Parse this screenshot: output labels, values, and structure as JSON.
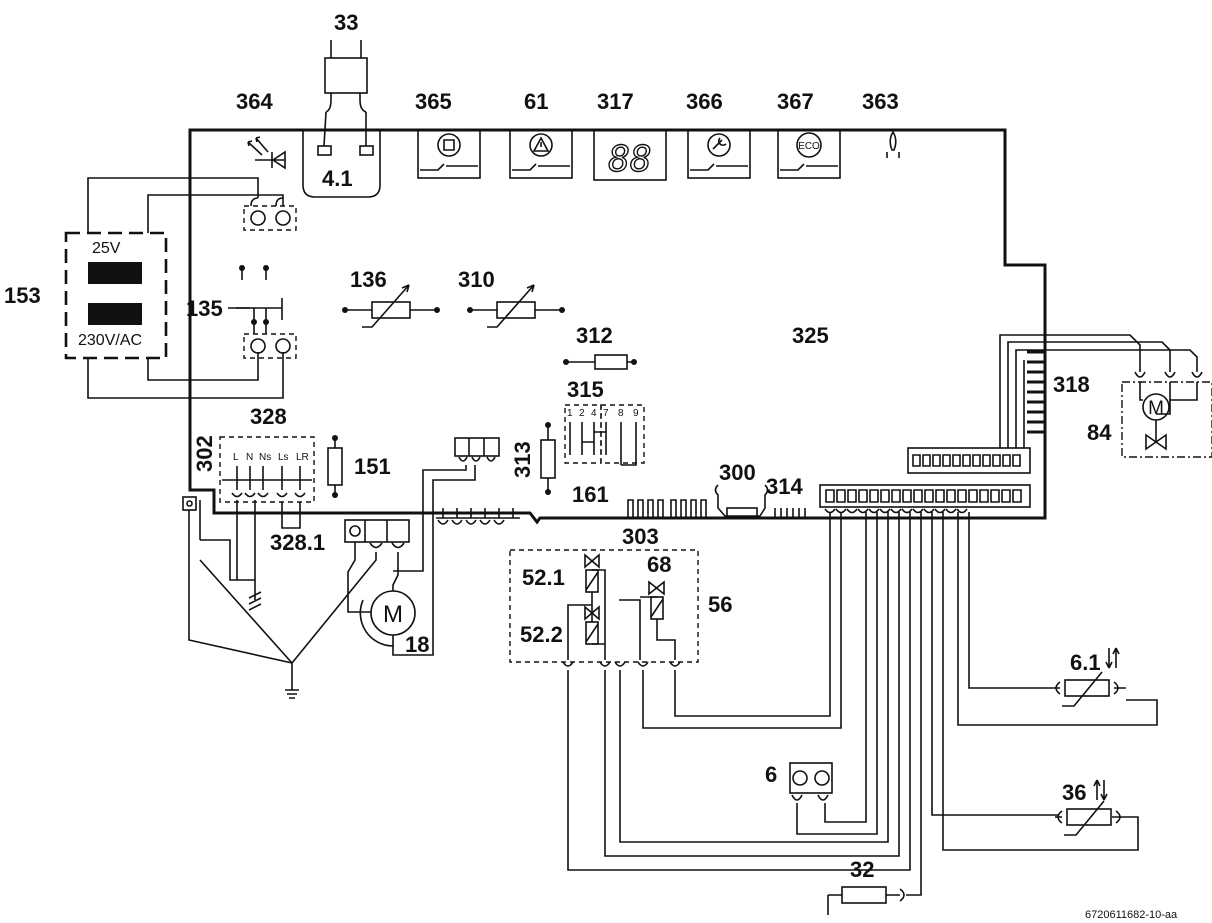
{
  "labels": {
    "l33": "33",
    "l364": "364",
    "l365": "365",
    "l61": "61",
    "l317": "317",
    "l366": "366",
    "l367": "367",
    "l363": "363",
    "l41": "4.1",
    "l153": "153",
    "l135": "135",
    "l136": "136",
    "l310": "310",
    "l312": "312",
    "l325": "325",
    "l315": "315",
    "l318": "318",
    "l84": "84",
    "l328": "328",
    "l302": "302",
    "l151": "151",
    "l313": "313",
    "l161": "161",
    "l300": "300",
    "l314": "314",
    "l303": "303",
    "l3281": "328.1",
    "l521": "52.1",
    "l68": "68",
    "l56": "56",
    "l522": "52.2",
    "l18": "18",
    "l61b": "6.1",
    "l6": "6",
    "l36": "36",
    "l32": "32"
  },
  "transformer": {
    "secondary": "25V",
    "primary": "230V/AC"
  },
  "terminal_328": [
    "L",
    "N",
    "Ns",
    "Ls",
    "LR"
  ],
  "terminal_315": [
    "1",
    "2",
    "4",
    "7",
    "8",
    "9"
  ],
  "eco_label": "ECO",
  "motor_symbol": "M",
  "doc_number": "6720611682-10-aa"
}
